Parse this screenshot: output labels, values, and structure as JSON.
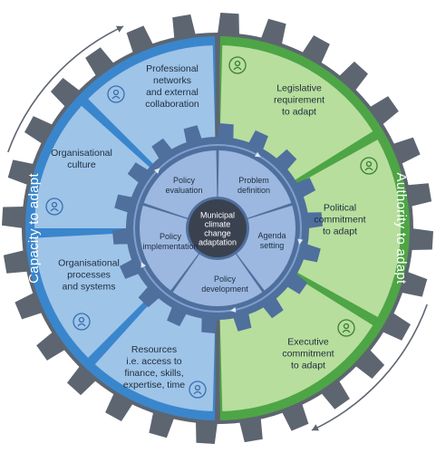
{
  "left_title": "Capacity to adapt",
  "right_title": "Authority to adapt",
  "center": {
    "lines": [
      "Municipal",
      "climate",
      "change",
      "adaptation"
    ]
  },
  "colors": {
    "gear": "#5d6570",
    "blue_ring": "#3a86cc",
    "blue_segment": "#9ec4e8",
    "green_ring": "#4ea545",
    "green_segment": "#b7de9d",
    "inner_gear": "#4f6f9d",
    "inner_segment": "#9cb8e0",
    "center": "#3a4250"
  },
  "left_segments": [
    {
      "lines": [
        "Professional",
        "networks",
        "and external",
        "collaboration"
      ],
      "icon": "network-people-icon"
    },
    {
      "lines": [
        "Organisational",
        "culture"
      ],
      "icon": "team-hierarchy-icon"
    },
    {
      "lines": [
        "Organisational",
        "processes",
        "and systems"
      ],
      "icon": "gear-process-icon"
    },
    {
      "lines": [
        "Resources",
        "i.e. access to",
        "finance, skills,",
        "expertise, time"
      ],
      "icon": "hand-resources-icon"
    }
  ],
  "right_segments": [
    {
      "lines": [
        "Legislative",
        "requirement",
        "to adapt"
      ],
      "icon": "gavel-icon"
    },
    {
      "lines": [
        "Political",
        "commitment",
        "to adapt"
      ],
      "icon": "government-building-icon"
    },
    {
      "lines": [
        "Executive",
        "commitment",
        "to adapt"
      ],
      "icon": "people-network-icon"
    }
  ],
  "policy_cycle": [
    {
      "lines": [
        "Policy",
        "evaluation"
      ]
    },
    {
      "lines": [
        "Problem",
        "definition"
      ]
    },
    {
      "lines": [
        "Agenda",
        "setting"
      ]
    },
    {
      "lines": [
        "Policy",
        "development"
      ]
    },
    {
      "lines": [
        "Policy",
        "implementation"
      ]
    }
  ]
}
